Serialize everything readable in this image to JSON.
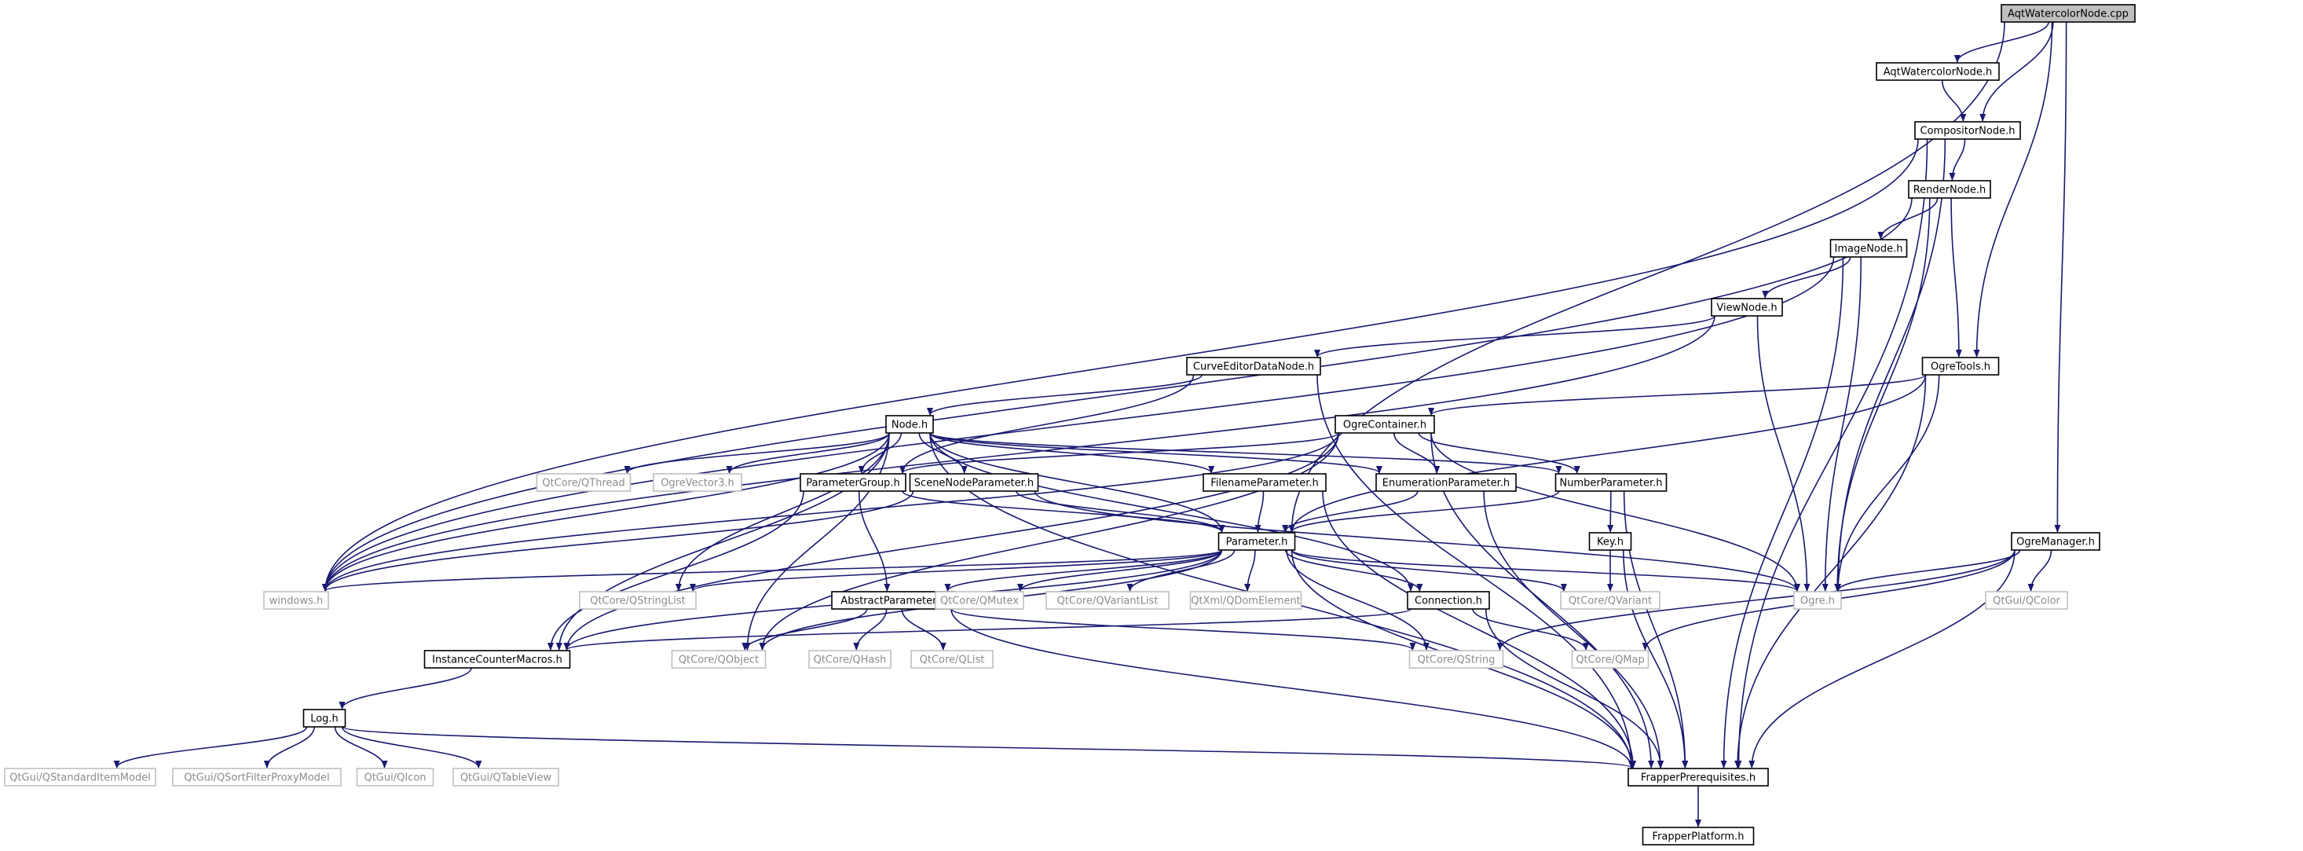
{
  "colors": {
    "edge": "#191970",
    "node_border": "#000000",
    "node_text": "#000000",
    "external_border": "#bfbfbf",
    "external_text": "#8c8c8c",
    "root_fill": "#bfbfbf",
    "node_fill": "#ffffff"
  },
  "nodes": [
    {
      "id": "aqtcpp",
      "label": "AqtWatercolorNode.cpp",
      "kind": "root"
    },
    {
      "id": "aqth",
      "label": "AqtWatercolorNode.h",
      "kind": "local"
    },
    {
      "id": "compositor",
      "label": "CompositorNode.h",
      "kind": "local"
    },
    {
      "id": "render",
      "label": "RenderNode.h",
      "kind": "local"
    },
    {
      "id": "image",
      "label": "ImageNode.h",
      "kind": "local"
    },
    {
      "id": "view",
      "label": "ViewNode.h",
      "kind": "local"
    },
    {
      "id": "curve",
      "label": "CurveEditorDataNode.h",
      "kind": "local"
    },
    {
      "id": "ogretools",
      "label": "OgreTools.h",
      "kind": "local"
    },
    {
      "id": "node",
      "label": "Node.h",
      "kind": "local"
    },
    {
      "id": "ogrecontainer",
      "label": "OgreContainer.h",
      "kind": "local"
    },
    {
      "id": "qthread",
      "label": "QtCore/QThread",
      "kind": "external"
    },
    {
      "id": "ogrevector3",
      "label": "OgreVector3.h",
      "kind": "external"
    },
    {
      "id": "paramgroup",
      "label": "ParameterGroup.h",
      "kind": "local"
    },
    {
      "id": "scenenodeparam",
      "label": "SceneNodeParameter.h",
      "kind": "local"
    },
    {
      "id": "filenameparam",
      "label": "FilenameParameter.h",
      "kind": "local"
    },
    {
      "id": "enumparam",
      "label": "EnumerationParameter.h",
      "kind": "local"
    },
    {
      "id": "numberparam",
      "label": "NumberParameter.h",
      "kind": "local"
    },
    {
      "id": "parameter",
      "label": "Parameter.h",
      "kind": "local"
    },
    {
      "id": "key",
      "label": "Key.h",
      "kind": "local"
    },
    {
      "id": "ogremanager",
      "label": "OgreManager.h",
      "kind": "local"
    },
    {
      "id": "windows",
      "label": "windows.h",
      "kind": "external"
    },
    {
      "id": "qstringlist",
      "label": "QtCore/QStringList",
      "kind": "external"
    },
    {
      "id": "abstractparam",
      "label": "AbstractParameter.h",
      "kind": "local"
    },
    {
      "id": "qmutex",
      "label": "QtCore/QMutex",
      "kind": "external"
    },
    {
      "id": "qvariantlist",
      "label": "QtCore/QVariantList",
      "kind": "external"
    },
    {
      "id": "qdomelement",
      "label": "QtXml/QDomElement",
      "kind": "external"
    },
    {
      "id": "connection",
      "label": "Connection.h",
      "kind": "local"
    },
    {
      "id": "qvariant",
      "label": "QtCore/QVariant",
      "kind": "external"
    },
    {
      "id": "ogreh",
      "label": "Ogre.h",
      "kind": "external"
    },
    {
      "id": "qcolor",
      "label": "QtGui/QColor",
      "kind": "external"
    },
    {
      "id": "instcounter",
      "label": "InstanceCounterMacros.h",
      "kind": "local"
    },
    {
      "id": "qobject",
      "label": "QtCore/QObject",
      "kind": "external"
    },
    {
      "id": "qhash",
      "label": "QtCore/QHash",
      "kind": "external"
    },
    {
      "id": "qlist",
      "label": "QtCore/QList",
      "kind": "external"
    },
    {
      "id": "qstring",
      "label": "QtCore/QString",
      "kind": "external"
    },
    {
      "id": "qmap",
      "label": "QtCore/QMap",
      "kind": "external"
    },
    {
      "id": "log",
      "label": "Log.h",
      "kind": "local"
    },
    {
      "id": "qstdmodel",
      "label": "QtGui/QStandardItemModel",
      "kind": "external"
    },
    {
      "id": "qsortproxy",
      "label": "QtGui/QSortFilterProxyModel",
      "kind": "external"
    },
    {
      "id": "qicon",
      "label": "QtGui/QIcon",
      "kind": "external"
    },
    {
      "id": "qtableview",
      "label": "QtGui/QTableView",
      "kind": "external"
    },
    {
      "id": "frapperprereq",
      "label": "FrapperPrerequisites.h",
      "kind": "local"
    },
    {
      "id": "frapperplatform",
      "label": "FrapperPlatform.h",
      "kind": "local"
    }
  ],
  "edges": [
    [
      "aqtcpp",
      "aqth"
    ],
    [
      "aqtcpp",
      "compositor"
    ],
    [
      "aqtcpp",
      "ogretools"
    ],
    [
      "aqtcpp",
      "parameter"
    ],
    [
      "aqtcpp",
      "ogremanager"
    ],
    [
      "aqth",
      "compositor"
    ],
    [
      "compositor",
      "render"
    ],
    [
      "compositor",
      "windows"
    ],
    [
      "compositor",
      "ogreh"
    ],
    [
      "compositor",
      "frapperprereq"
    ],
    [
      "render",
      "image"
    ],
    [
      "render",
      "ogretools"
    ],
    [
      "render",
      "windows"
    ],
    [
      "render",
      "ogreh"
    ],
    [
      "image",
      "view"
    ],
    [
      "image",
      "windows"
    ],
    [
      "image",
      "ogreh"
    ],
    [
      "image",
      "frapperprereq"
    ],
    [
      "view",
      "curve"
    ],
    [
      "view",
      "windows"
    ],
    [
      "view",
      "ogreh"
    ],
    [
      "curve",
      "node"
    ],
    [
      "curve",
      "paramgroup"
    ],
    [
      "curve",
      "frapperprereq"
    ],
    [
      "ogretools",
      "ogrecontainer"
    ],
    [
      "ogretools",
      "parameter"
    ],
    [
      "ogretools",
      "ogreh"
    ],
    [
      "ogretools",
      "frapperprereq"
    ],
    [
      "node",
      "qthread"
    ],
    [
      "node",
      "ogrevector3"
    ],
    [
      "node",
      "paramgroup"
    ],
    [
      "node",
      "scenenodeparam"
    ],
    [
      "node",
      "filenameparam"
    ],
    [
      "node",
      "enumparam"
    ],
    [
      "node",
      "numberparam"
    ],
    [
      "node",
      "parameter"
    ],
    [
      "node",
      "connection"
    ],
    [
      "node",
      "windows"
    ],
    [
      "node",
      "qstringlist"
    ],
    [
      "node",
      "instcounter"
    ],
    [
      "node",
      "qobject"
    ],
    [
      "node",
      "frapperprereq"
    ],
    [
      "ogrecontainer",
      "paramgroup"
    ],
    [
      "ogrecontainer",
      "numberparam"
    ],
    [
      "ogrecontainer",
      "enumparam"
    ],
    [
      "ogrecontainer",
      "ogreh"
    ],
    [
      "ogrecontainer",
      "qobject"
    ],
    [
      "ogrecontainer",
      "instcounter"
    ],
    [
      "ogrecontainer",
      "windows"
    ],
    [
      "ogrecontainer",
      "frapperprereq"
    ],
    [
      "paramgroup",
      "abstractparam"
    ],
    [
      "paramgroup",
      "parameter"
    ],
    [
      "paramgroup",
      "instcounter"
    ],
    [
      "scenenodeparam",
      "parameter"
    ],
    [
      "scenenodeparam",
      "ogreh"
    ],
    [
      "scenenodeparam",
      "windows"
    ],
    [
      "filenameparam",
      "parameter"
    ],
    [
      "filenameparam",
      "frapperprereq"
    ],
    [
      "enumparam",
      "parameter"
    ],
    [
      "enumparam",
      "frapperprereq"
    ],
    [
      "numberparam",
      "parameter"
    ],
    [
      "numberparam",
      "key"
    ],
    [
      "numberparam",
      "frapperprereq"
    ],
    [
      "key",
      "qvariant"
    ],
    [
      "key",
      "frapperprereq"
    ],
    [
      "parameter",
      "windows"
    ],
    [
      "parameter",
      "qstringlist"
    ],
    [
      "parameter",
      "abstractparam"
    ],
    [
      "parameter",
      "qmutex"
    ],
    [
      "parameter",
      "qvariantlist"
    ],
    [
      "parameter",
      "qdomelement"
    ],
    [
      "parameter",
      "connection"
    ],
    [
      "parameter",
      "qvariant"
    ],
    [
      "parameter",
      "ogreh"
    ],
    [
      "parameter",
      "instcounter"
    ],
    [
      "parameter",
      "qobject"
    ],
    [
      "parameter",
      "qstring"
    ],
    [
      "parameter",
      "frapperprereq"
    ],
    [
      "abstractparam",
      "qobject"
    ],
    [
      "abstractparam",
      "qhash"
    ],
    [
      "abstractparam",
      "qlist"
    ],
    [
      "abstractparam",
      "qstring"
    ],
    [
      "abstractparam",
      "frapperprereq"
    ],
    [
      "connection",
      "qmap"
    ],
    [
      "connection",
      "frapperprereq"
    ],
    [
      "connection",
      "instcounter"
    ],
    [
      "ogremanager",
      "ogreh"
    ],
    [
      "ogremanager",
      "qcolor"
    ],
    [
      "ogremanager",
      "qstring"
    ],
    [
      "ogremanager",
      "qmap"
    ],
    [
      "ogremanager",
      "frapperprereq"
    ],
    [
      "instcounter",
      "log"
    ],
    [
      "log",
      "qstdmodel"
    ],
    [
      "log",
      "qsortproxy"
    ],
    [
      "log",
      "qicon"
    ],
    [
      "log",
      "qtableview"
    ],
    [
      "log",
      "frapperprereq"
    ],
    [
      "frapperprereq",
      "frapperplatform"
    ]
  ]
}
